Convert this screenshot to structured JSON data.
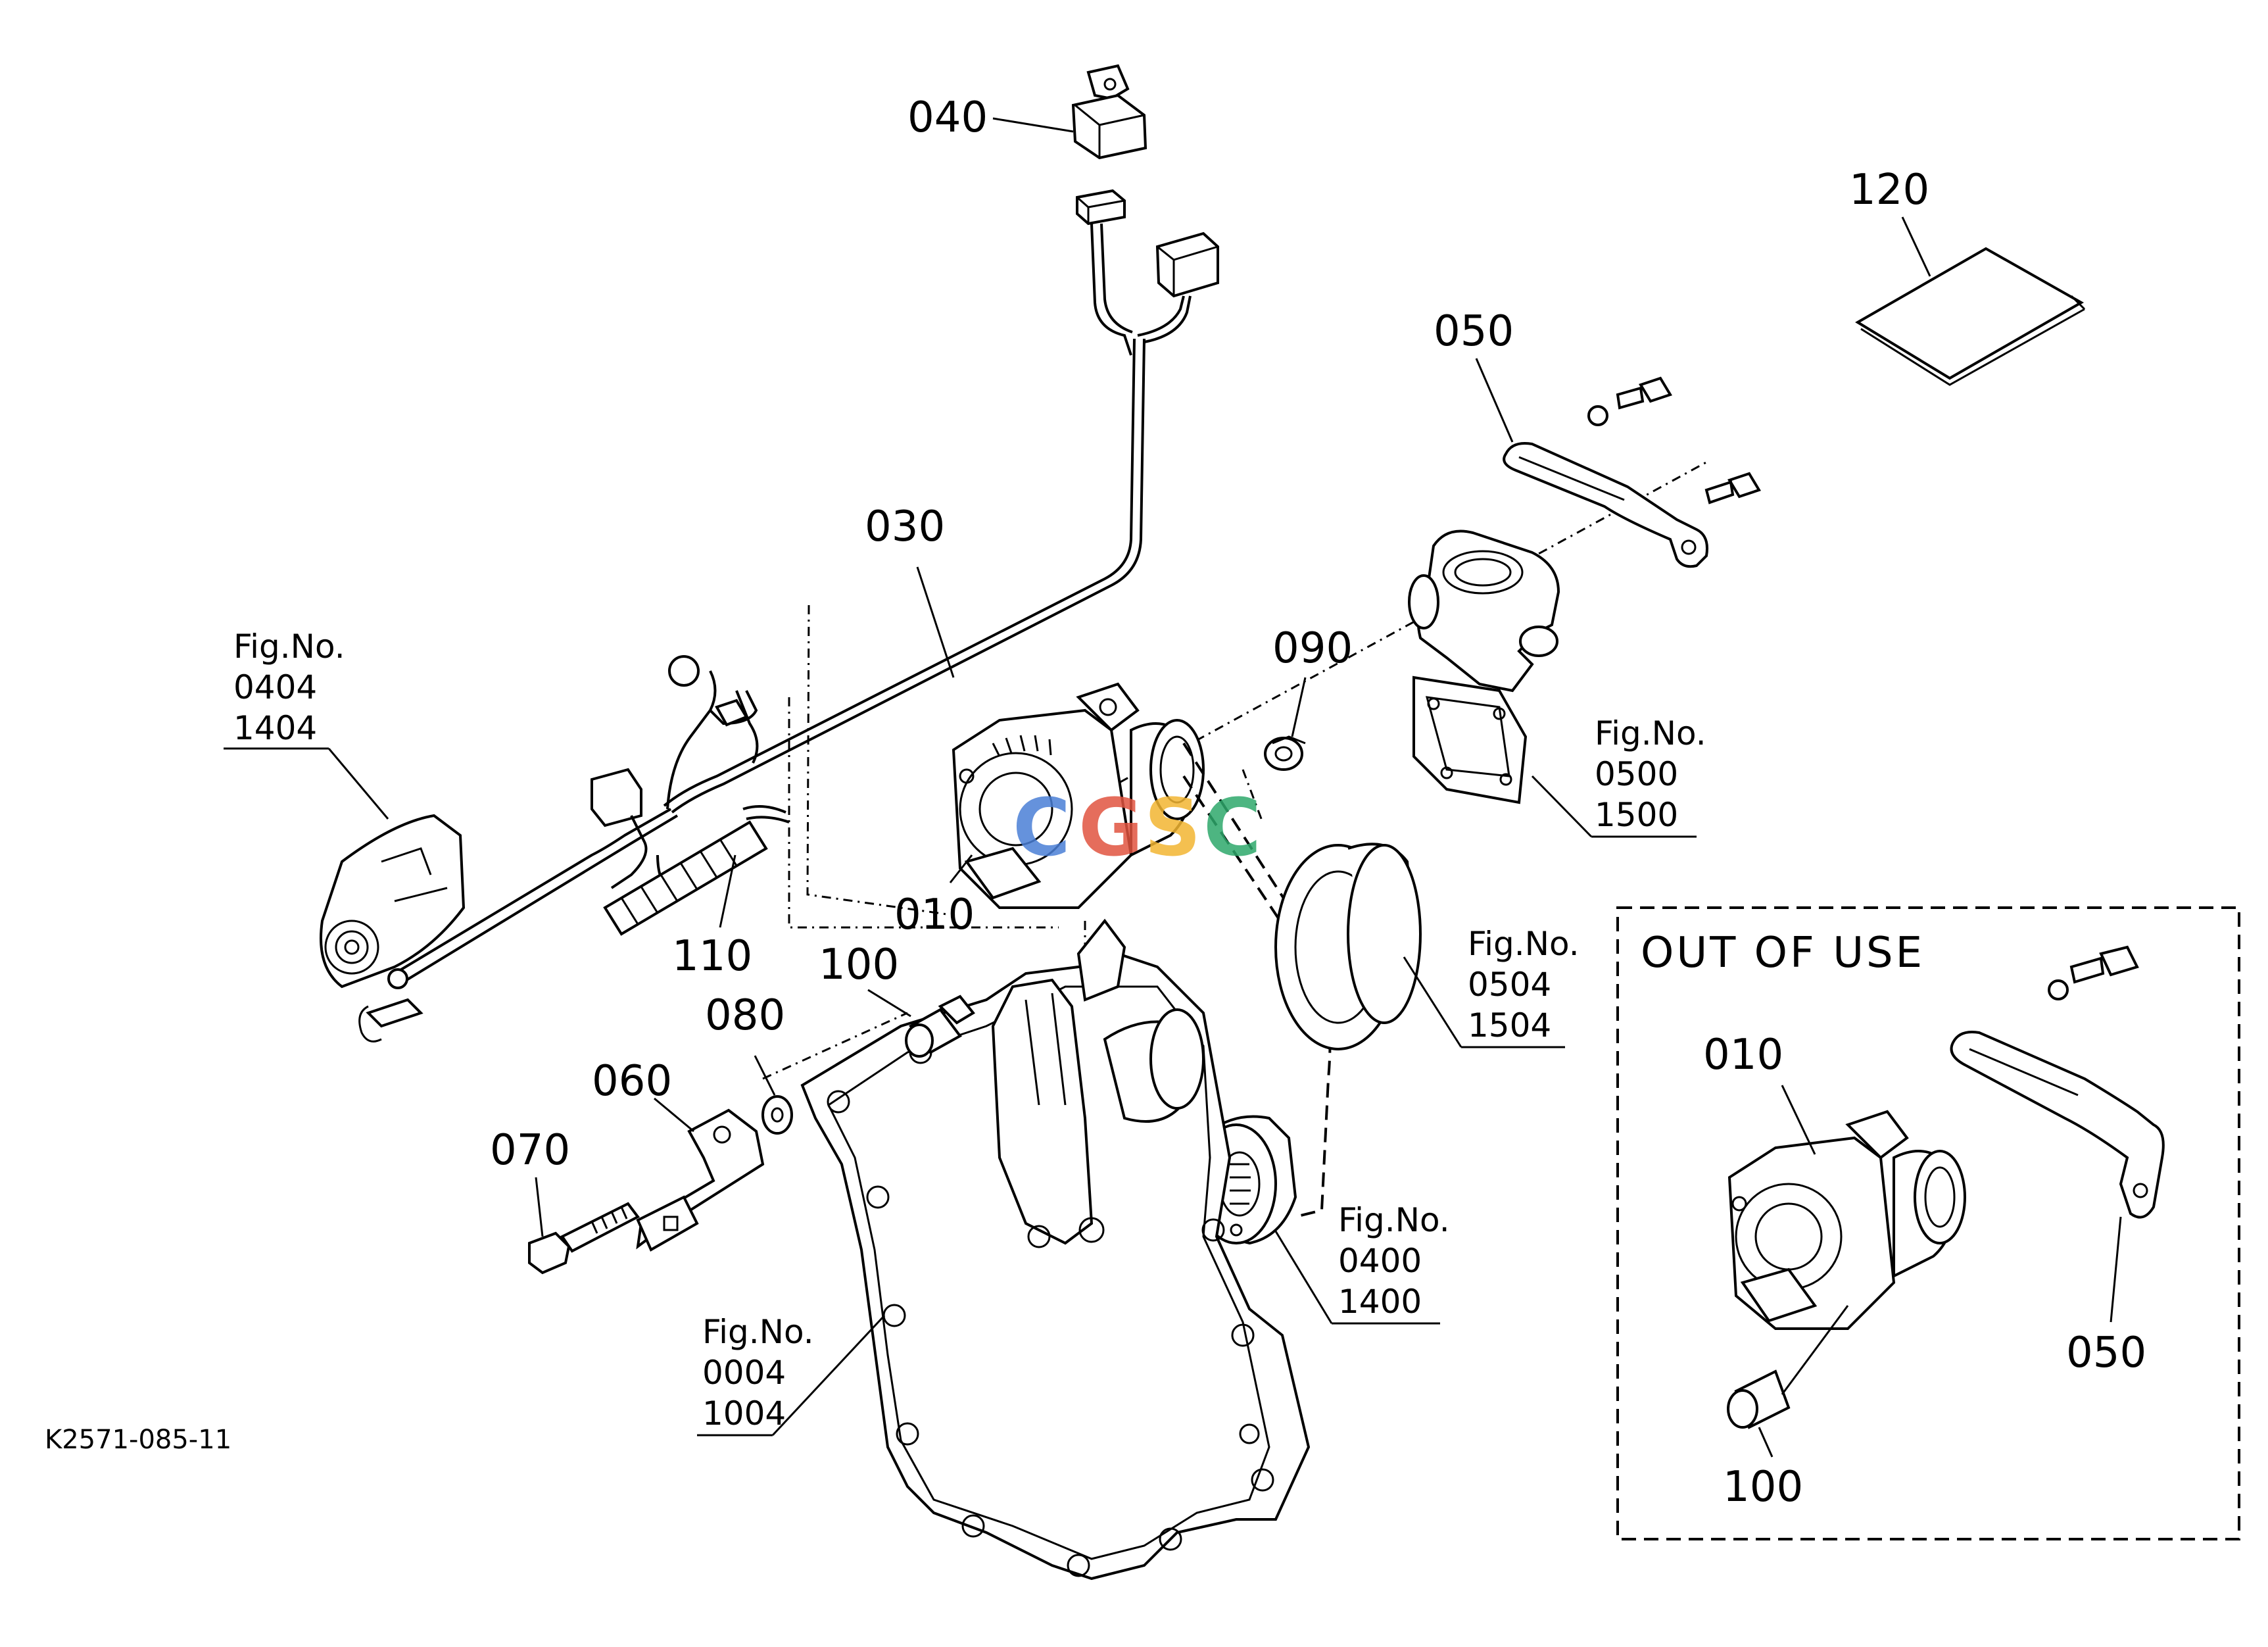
{
  "callouts": {
    "c040": "040",
    "c120": "120",
    "c050": "050",
    "c030": "030",
    "c090": "090",
    "c010": "010",
    "c110": "110",
    "c100": "100",
    "c080": "080",
    "c060": "060",
    "c070": "070"
  },
  "fig_refs": {
    "starter": {
      "label": "Fig.No.",
      "line1": "0404",
      "line2": "1404"
    },
    "thermostat": {
      "label": "Fig.No.",
      "line1": "0500",
      "line2": "1500"
    },
    "fan_belt": {
      "label": "Fig.No.",
      "line1": "0504",
      "line2": "1504"
    },
    "crank_pulley": {
      "label": "Fig.No.",
      "line1": "0400",
      "line2": "1400"
    },
    "gear_case": {
      "label": "Fig.No.",
      "line1": "0004",
      "line2": "1004"
    }
  },
  "out_of_use": {
    "title": "OUT OF USE",
    "c010": "010",
    "c050": "050",
    "c100": "100"
  },
  "drawing_code": "K2571-085-11",
  "watermark": {
    "letters": [
      "C",
      "G",
      "S",
      "C"
    ],
    "colors": [
      "#4a7fd6",
      "#e0533f",
      "#f2b531",
      "#2ea86b"
    ]
  }
}
